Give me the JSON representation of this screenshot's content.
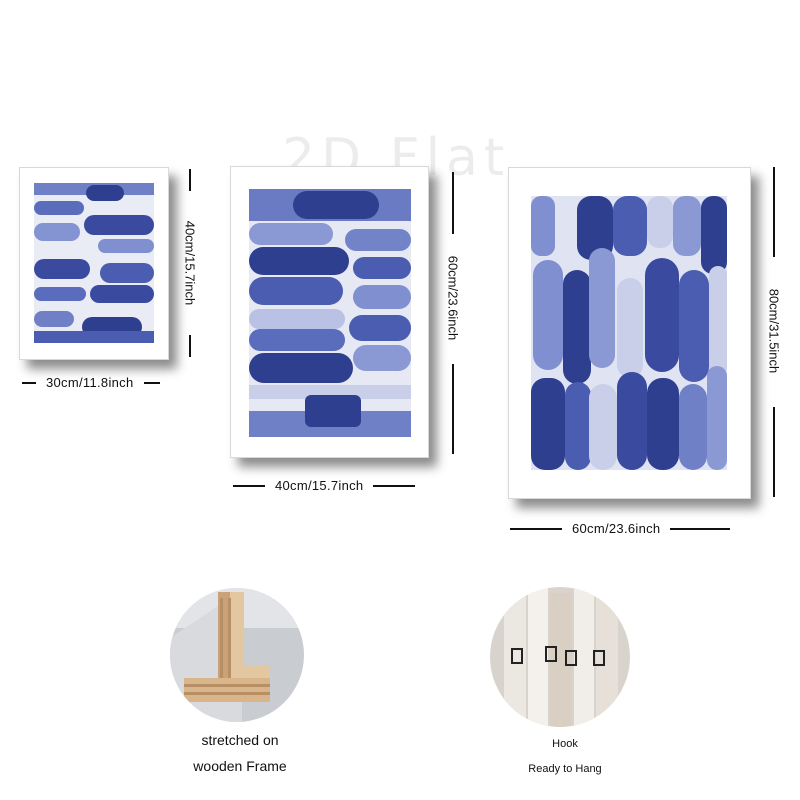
{
  "watermark": "2D Flat",
  "palette": {
    "dark": "#2f3f8f",
    "mid": "#4a5db0",
    "light": "#7f8fcf",
    "pale": "#c9cfe9",
    "white": "#f1f2f8"
  },
  "paintings": [
    {
      "name": "small",
      "width_label": "30cm/11.8inch",
      "height_label": "40cm/15.7inch"
    },
    {
      "name": "medium",
      "width_label": "40cm/15.7inch",
      "height_label": "60cm/23.6inch"
    },
    {
      "name": "large",
      "width_label": "60cm/23.6inch",
      "height_label": "80cm/31.5inch"
    }
  ],
  "features": [
    {
      "name": "frame",
      "caption_line1": "stretched on",
      "caption_line2": "wooden Frame"
    },
    {
      "name": "hook",
      "caption_line1": "Hook",
      "caption_line2": "Ready to Hang"
    }
  ]
}
